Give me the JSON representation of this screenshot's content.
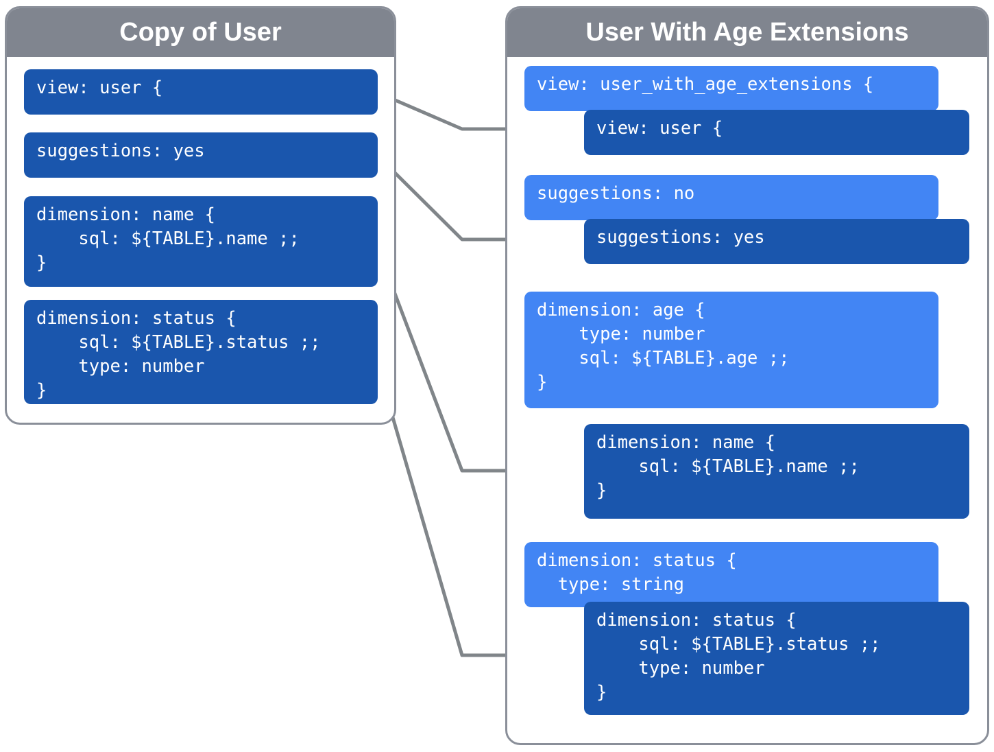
{
  "diagram": {
    "title_left": "Copy of User",
    "title_right": "User With Age Extensions",
    "colors": {
      "header_gray": "#80858f",
      "panel_border": "#8a8f99",
      "block_dark_blue": "#1a56ad",
      "block_light_blue": "#4285f4",
      "connector_gray": "#808589",
      "background": "#ffffff",
      "text": "#ffffff"
    }
  },
  "left_panel": {
    "title": "Copy of User",
    "blocks": [
      {
        "id": "lp-view",
        "text": "view: user {"
      },
      {
        "id": "lp-sugg",
        "text": "suggestions: yes"
      },
      {
        "id": "lp-dim-name",
        "text": "dimension: name {\n    sql: ${TABLE}.name ;;\n}"
      },
      {
        "id": "lp-dim-status",
        "text": "dimension: status {\n    sql: ${TABLE}.status ;;\n    type: number\n}"
      }
    ]
  },
  "right_panel": {
    "title": "User With Age Extensions",
    "blocks": [
      {
        "id": "rp-view-outer",
        "layer": "outer",
        "text": "view: user_with_age_extensions {"
      },
      {
        "id": "rp-view-inner",
        "layer": "inner",
        "text": "view: user {"
      },
      {
        "id": "rp-sugg-outer",
        "layer": "outer",
        "text": "suggestions: no"
      },
      {
        "id": "rp-sugg-inner",
        "layer": "inner",
        "text": "suggestions: yes"
      },
      {
        "id": "rp-dim-age-outer",
        "layer": "outer",
        "text": "dimension: age {\n    type: number\n    sql: ${TABLE}.age ;;\n}"
      },
      {
        "id": "rp-dim-name-inner",
        "layer": "inner",
        "text": "dimension: name {\n    sql: ${TABLE}.name ;;\n}"
      },
      {
        "id": "rp-dim-status-outer",
        "layer": "outer",
        "text": "dimension: status {\n  type: string"
      },
      {
        "id": "rp-dim-status-inner",
        "layer": "inner",
        "text": "dimension: status {\n    sql: ${TABLE}.status ;;\n    type: number\n}"
      }
    ]
  },
  "connectors": [
    {
      "id": "conn-view",
      "from": "lp-view",
      "to": "rp-view-inner"
    },
    {
      "id": "conn-sugg",
      "from": "lp-sugg",
      "to": "rp-sugg-inner"
    },
    {
      "id": "conn-name",
      "from": "lp-dim-name",
      "to": "rp-dim-name-inner"
    },
    {
      "id": "conn-status",
      "from": "lp-dim-status",
      "to": "rp-dim-status-inner"
    }
  ]
}
